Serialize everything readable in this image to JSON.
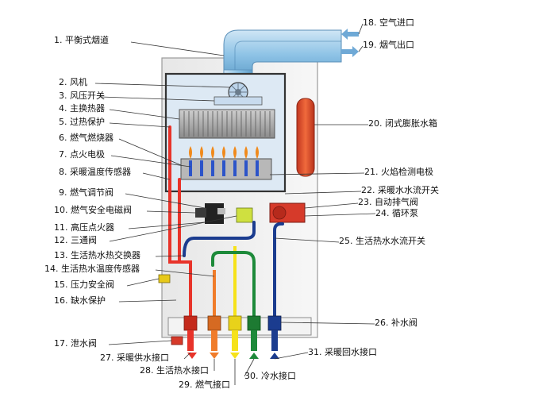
{
  "labels_left": [
    {
      "id": "1",
      "text": "1. 平衡式烟道"
    },
    {
      "id": "2",
      "text": "2. 风机"
    },
    {
      "id": "3",
      "text": "3. 风压开关"
    },
    {
      "id": "4",
      "text": "4. 主换热器"
    },
    {
      "id": "5",
      "text": "5. 过热保护"
    },
    {
      "id": "6",
      "text": "6. 燃气燃烧器"
    },
    {
      "id": "7",
      "text": "7. 点火电极"
    },
    {
      "id": "8",
      "text": "8. 采暖温度传感器"
    },
    {
      "id": "9",
      "text": "9. 燃气调节阀"
    },
    {
      "id": "10",
      "text": "10. 燃气安全电磁阀"
    },
    {
      "id": "11",
      "text": "11. 高压点火器"
    },
    {
      "id": "12",
      "text": "12. 三通阀"
    },
    {
      "id": "13",
      "text": "13. 生活热水热交换器"
    },
    {
      "id": "14",
      "text": "14. 生活热水温度传感器"
    },
    {
      "id": "15",
      "text": "15. 压力安全阀"
    },
    {
      "id": "16",
      "text": "16. 缺水保护"
    },
    {
      "id": "17",
      "text": "17. 泄水阀"
    }
  ],
  "labels_right": [
    {
      "id": "18",
      "text": "18. 空气进口"
    },
    {
      "id": "19",
      "text": "19. 烟气出口"
    },
    {
      "id": "20",
      "text": "20. 闭式膨胀水箱"
    },
    {
      "id": "21",
      "text": "21. 火焰检测电极"
    },
    {
      "id": "22",
      "text": "22. 采暖水水流开关"
    },
    {
      "id": "23",
      "text": "23. 自动排气阀"
    },
    {
      "id": "24",
      "text": "24. 循环泵"
    },
    {
      "id": "25",
      "text": "25. 生活热水水流开关"
    },
    {
      "id": "26",
      "text": "26. 补水阀"
    }
  ],
  "labels_bottom": [
    {
      "id": "27",
      "text": "27. 采暖供水接口"
    },
    {
      "id": "28",
      "text": "28. 生活热水接口"
    },
    {
      "id": "29",
      "text": "29. 燃气接口"
    },
    {
      "id": "30",
      "text": "30. 冷水接口"
    },
    {
      "id": "31",
      "text": "31. 采暖回水接口"
    }
  ],
  "colors": {
    "heating_supply": "#e8332a",
    "hot_water": "#f07c2a",
    "gas": "#f6e21a",
    "cold_water": "#1d8a3a",
    "heating_return": "#1b3c8f",
    "flue": "#8ec3e6",
    "leader": "#333333"
  }
}
